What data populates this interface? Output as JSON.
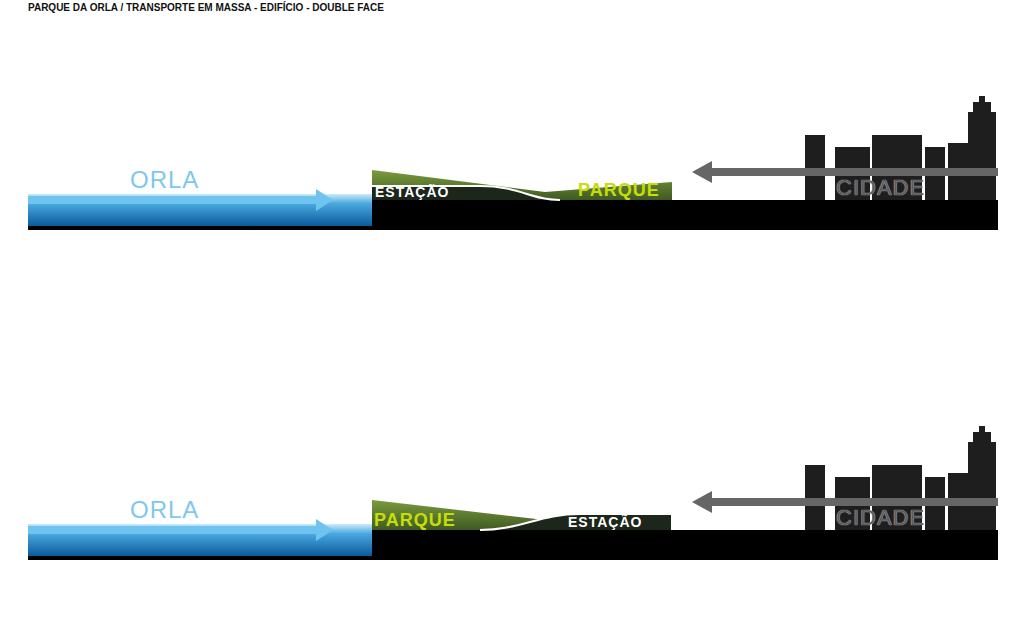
{
  "diagram": {
    "title": "PARQUE DA ORLA / TRANSPORTE EM MASSA - EDIFÍCIO - DOUBLE FACE",
    "labels": [
      "ORLA",
      "ESTAÇÃO",
      "PARQUE",
      "CIDADE",
      "ORLA",
      "PARQUE",
      "ESTAÇÃO",
      "CIDADE"
    ]
  }
}
